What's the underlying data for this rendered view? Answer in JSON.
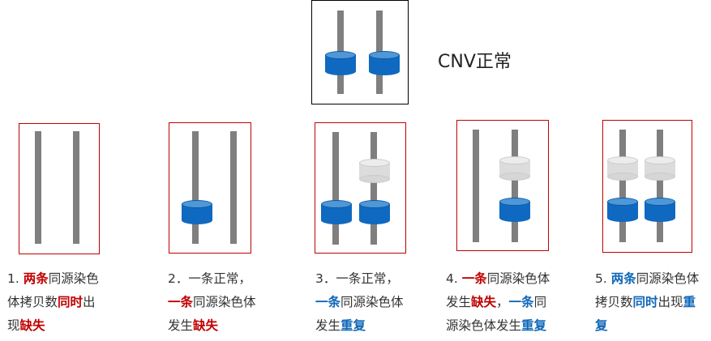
{
  "normal": {
    "label": "CNV正常"
  },
  "cases": [
    {
      "lines": [
        [
          {
            "t": "1. "
          },
          {
            "t": "两条",
            "c": "red"
          },
          {
            "t": "同源染色"
          }
        ],
        [
          {
            "t": "体拷贝数"
          },
          {
            "t": "同时",
            "c": "red"
          },
          {
            "t": "出"
          }
        ],
        [
          {
            "t": "现"
          },
          {
            "t": "缺失",
            "c": "red"
          }
        ]
      ]
    },
    {
      "lines": [
        [
          {
            "t": "2．一条正常，"
          }
        ],
        [
          {
            "t": "一条",
            "c": "red"
          },
          {
            "t": "同源染色体"
          }
        ],
        [
          {
            "t": "发生"
          },
          {
            "t": "缺失",
            "c": "red"
          }
        ]
      ]
    },
    {
      "lines": [
        [
          {
            "t": "3．一条正常，"
          }
        ],
        [
          {
            "t": "一条",
            "c": "blue"
          },
          {
            "t": "同源染色体"
          }
        ],
        [
          {
            "t": "发生"
          },
          {
            "t": "重复",
            "c": "blue"
          }
        ]
      ]
    },
    {
      "lines": [
        [
          {
            "t": "4. "
          },
          {
            "t": "一条",
            "c": "red"
          },
          {
            "t": "同源染色体"
          }
        ],
        [
          {
            "t": "发生"
          },
          {
            "t": "缺失",
            "c": "red"
          },
          {
            "t": "，"
          },
          {
            "t": "一条",
            "c": "blue"
          },
          {
            "t": "同"
          }
        ],
        [
          {
            "t": "源染色体发生"
          },
          {
            "t": "重复",
            "c": "blue"
          }
        ]
      ]
    },
    {
      "lines": [
        [
          {
            "t": "5. "
          },
          {
            "t": "两条",
            "c": "blue"
          },
          {
            "t": "同源染色体"
          }
        ],
        [
          {
            "t": "拷贝数"
          },
          {
            "t": "同时",
            "c": "blue"
          },
          {
            "t": "出现"
          },
          {
            "t": "重",
            "c": "blue"
          }
        ],
        [
          {
            "t": "复",
            "c": "blue"
          }
        ]
      ]
    }
  ],
  "colors": {
    "frame_normal": "#000000",
    "frame_case": "#c00000",
    "chromosome": "#7f7f7f",
    "copy_present": "#1069c0",
    "copy_duplicated": "#dcdcdc"
  }
}
